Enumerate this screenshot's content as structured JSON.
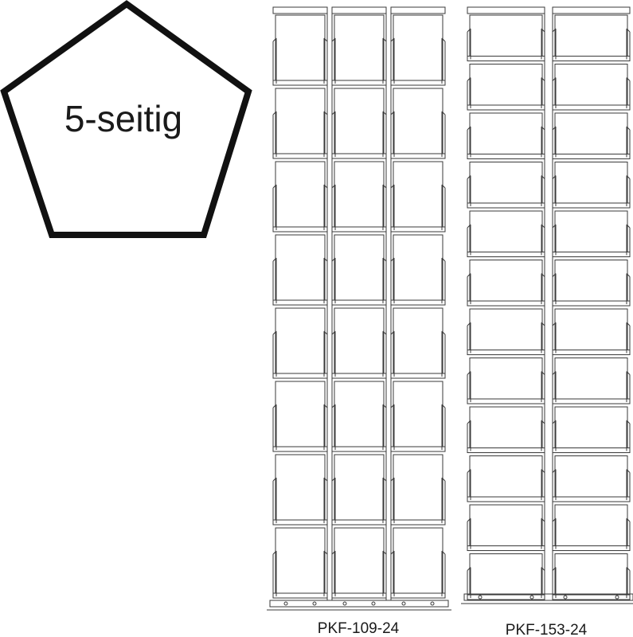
{
  "shape": {
    "name": "pentagon",
    "label": "5-seitig",
    "color": "#111111"
  },
  "racks": [
    {
      "model": "PKF-109-24",
      "columns": 3,
      "rows": 8
    },
    {
      "model": "PKF-153-24",
      "columns": 2,
      "rows": 12
    }
  ],
  "line_color": "#3a3a3a"
}
